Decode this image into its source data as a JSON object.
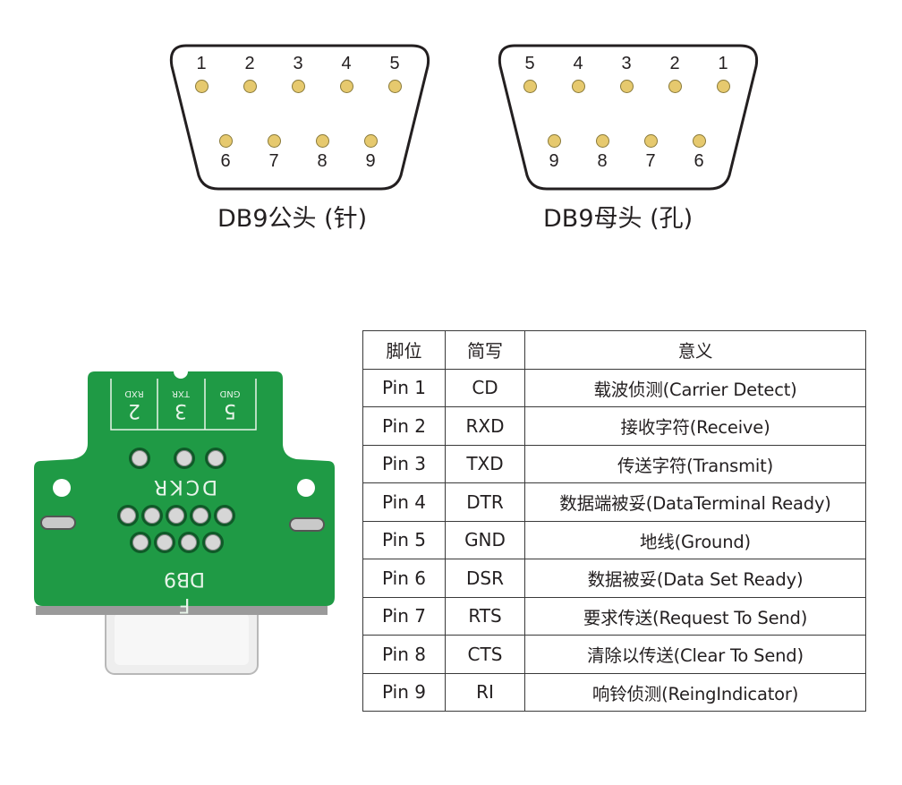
{
  "male_connector": {
    "caption": "DB9公头 (针)",
    "top_row": [
      "1",
      "2",
      "3",
      "4",
      "5"
    ],
    "bottom_row": [
      "6",
      "7",
      "8",
      "9"
    ]
  },
  "female_connector": {
    "caption": "DB9母头 (孔)",
    "top_row": [
      "5",
      "4",
      "3",
      "2",
      "1"
    ],
    "bottom_row": [
      "9",
      "8",
      "7",
      "6"
    ]
  },
  "colors": {
    "pin": "#e6c96e",
    "pcb_green": "#1f9a45",
    "silkscreen": "#e8f4ea",
    "outline": "#231f20"
  },
  "pcb": {
    "terminals": [
      {
        "number": "2",
        "label": "RXD"
      },
      {
        "number": "3",
        "label": "TXR"
      },
      {
        "number": "5",
        "label": "GND"
      }
    ],
    "brand": "DCKR",
    "model": "DB9",
    "variant": "F"
  },
  "table": {
    "headers": [
      "脚位",
      "简写",
      "意义"
    ],
    "rows": [
      [
        "Pin 1",
        "CD",
        "载波侦测(Carrier Detect)"
      ],
      [
        "Pin 2",
        "RXD",
        "接收字符(Receive)"
      ],
      [
        "Pin 3",
        "TXD",
        "传送字符(Transmit)"
      ],
      [
        "Pin 4",
        "DTR",
        "数据端被妥(DataTerminal Ready)"
      ],
      [
        "Pin 5",
        "GND",
        "地线(Ground)"
      ],
      [
        "Pin 6",
        "DSR",
        "数据被妥(Data Set Ready)"
      ],
      [
        "Pin 7",
        "RTS",
        "要求传送(Request To Send)"
      ],
      [
        "Pin 8",
        "CTS",
        "清除以传送(Clear To Send)"
      ],
      [
        "Pin 9",
        "RI",
        "响铃侦测(ReingIndicator)"
      ]
    ]
  }
}
